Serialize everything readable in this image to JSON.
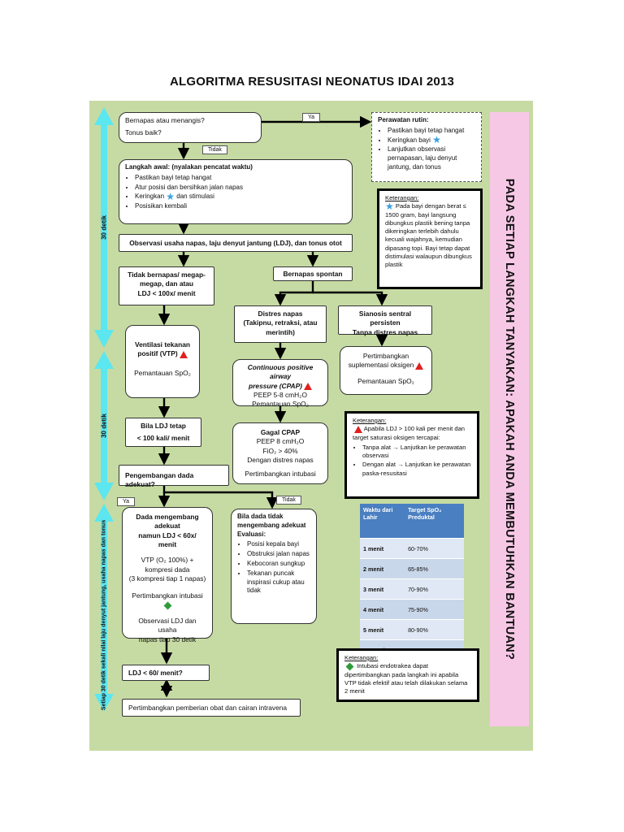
{
  "title": "ALGORITMA RESUSITASI NEONATUS IDAI 2013",
  "side_banner": "PADA SETIAP LANGKAH TANYAKAN: APAKAH ANDA MEMBUTUHKAN BANTUAN?",
  "timeline": {
    "seg1": "30 detik",
    "seg2": "30 detik",
    "seg3": "Setiap 30 detik sekali nilai laju denyut jantung, usaha napas dan tonus"
  },
  "labels": {
    "ya1": "Ya",
    "tidak1": "Tidak",
    "ya2": "Ya",
    "tidak2": "Tidak"
  },
  "q1": {
    "line1": "Bernapas atau menangis?",
    "line2": "Tonus baik?"
  },
  "rutin": {
    "title": "Perawatan rutin:",
    "items": [
      "Pastikan bayi tetap hangat",
      "Keringkan bayi",
      "Lanjutkan observasi pernapasan, laju denyut jantung, dan tonus"
    ]
  },
  "langkah": {
    "title": "Langkah awal: (nyalakan pencatat waktu)",
    "items": [
      "Pastikan bayi tetap hangat",
      "Atur posisi dan bersihkan jalan napas",
      "Keringkan",
      "dan stimulasi",
      "Posisikan kembali"
    ]
  },
  "note1": {
    "title": "Keterangan:",
    "text": "Pada bayi dengan berat ≤ 1500 gram, bayi langsung dibungkus plastik bening tanpa dikeringkan terlebih dahulu kecuali wajahnya, kemudian dipasang topi. Bayi tetap dapat distimulasi walaupun dibungkus plastik"
  },
  "observasi": "Observasi usaha napas, laju denyut jantung (LDJ), dan tonus otot",
  "tidak_bernapas": {
    "line1": "Tidak bernapas/ megap-",
    "line2": "megap, dan atau",
    "line3": "LDJ < 100x/ menit"
  },
  "bernapas_spontan": "Bernapas spontan",
  "distres": {
    "line1": "Distres napas",
    "line2": "(Takipnu, retraksi, atau",
    "line3": "merintih)"
  },
  "sianosis": {
    "line1": "Sianosis sentral persisten",
    "line2": "Tanpa distres napas"
  },
  "vtp": {
    "line1": "Ventilasi tekanan",
    "line2": "positif (VTP)",
    "line3": "Pemantauan SpO₂"
  },
  "cpap": {
    "line1": "Continuous positive airway",
    "line2": "pressure (CPAP)",
    "line3": "PEEP 5-8 cmH₂O",
    "line4": "Pemantauan SpO₂"
  },
  "suplemen": {
    "line1": "Pertimbangkan",
    "line2": "suplementasi oksigen",
    "line3": "Pemantauan SpO₂"
  },
  "ldj_tetap": {
    "line1": "Bila LDJ tetap",
    "line2": "< 100 kali/ menit"
  },
  "gagal_cpap": {
    "line1": "Gagal CPAP",
    "line2": "PEEP 8 cmH₂O",
    "line3": "FiO₂ > 40%",
    "line4": "Dengan distres napas",
    "line5": "Pertimbangkan intubasi"
  },
  "note2": {
    "title": "Keterangan:",
    "text1": "Apabila LDJ > 100 kali per menit dan target saturasi oksigen tercapai:",
    "item1": "Tanpa alat → Lanjutkan ke perawatan observasi",
    "item2": "Dengan alat → Lanjutkan ke perawatan paska-resusitasi"
  },
  "pengembangan": "Pengembangan dada adekuat?",
  "dada": {
    "line1": "Dada mengembang",
    "line2": "adekuat",
    "line3": "namun LDJ < 60x/ menit",
    "line4": "VTP (O₂ 100%) +",
    "line5": "kompresi dada",
    "line6": "(3 kompresi tiap 1 napas)",
    "line7": "Pertimbangkan intubasi",
    "line8": "Observasi LDJ dan usaha",
    "line9": "napas tiap 30 detik"
  },
  "tidak_mengembang": {
    "title": "Bila dada tidak mengembang adekuat",
    "subtitle": "Evaluasi:",
    "items": [
      "Posisi kepala bayi",
      "Obstruksi jalan napas",
      "Kebocoran sungkup",
      "Tekanan puncak inspirasi cukup atau tidak"
    ]
  },
  "target_table": {
    "headers": [
      "Waktu dari Lahir",
      "Target SpO₂ Preduktal"
    ],
    "rows": [
      [
        "1 menit",
        "60-70%"
      ],
      [
        "2 menit",
        "65-85%"
      ],
      [
        "3 menit",
        "70-90%"
      ],
      [
        "4 menit",
        "75-90%"
      ],
      [
        "5 menit",
        "80-90%"
      ],
      [
        "10 menit",
        "85-90%"
      ]
    ]
  },
  "ldj60": "LDJ < 60/ menit?",
  "note3": {
    "title": "Keterangan:",
    "text": "Intubasi endotrakea dapat dipertimbangkan pada langkah ini apabila VTP tidak efektif atau telah dilakukan selama 2 menit"
  },
  "obat": "Pertimbangkan pemberian obat dan cairan intravena",
  "colors": {
    "panel": "#c6dba3",
    "banner": "#f7c8e6",
    "timeline": "#5ce6ef",
    "table_header": "#4a7fc1"
  }
}
